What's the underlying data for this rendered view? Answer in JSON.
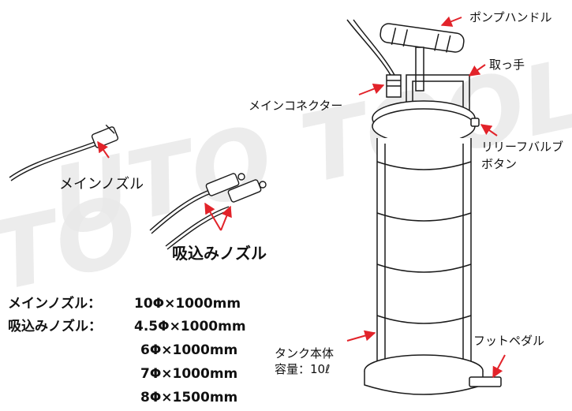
{
  "watermark": {
    "line1": "UTO TOOLS",
    "line2": "TO",
    "brand": "UTO"
  },
  "colors": {
    "arrow": "#e2232a",
    "line": "#1a1a1a",
    "watermark": "#e9e9e9"
  },
  "labels": {
    "pump_handle": "ポンプハンドル",
    "handle": "取っ手",
    "main_connector": "メインコネクター",
    "relief_valve_line1": "リリーフバルブ",
    "relief_valve_line2": "ボタン",
    "main_nozzle": "メインノズル",
    "suction_nozzle": "吸込みノズル",
    "tank_body_line1": "タンク本体",
    "tank_body_line2": "容量：10ℓ",
    "foot_pedal": "フットペダル"
  },
  "specs": {
    "main_nozzle_label": "メインノズル：",
    "main_nozzle_value": "10Φ×1000mm",
    "suction_label": "吸込みノズル：",
    "suction_values": [
      "4.5Φ×1000mm",
      "6Φ×1000mm",
      "7Φ×1000mm",
      "8Φ×1500mm"
    ]
  }
}
